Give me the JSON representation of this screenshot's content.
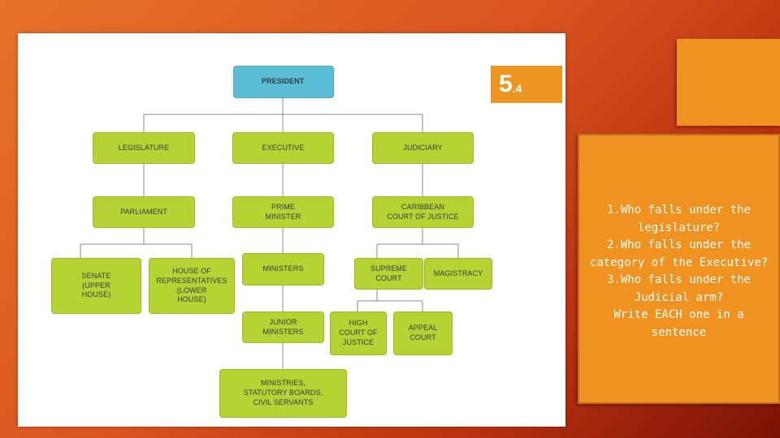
{
  "badge": {
    "number": "5",
    "suffix": ".4"
  },
  "chart": {
    "nodes": [
      {
        "id": "president",
        "label": "PRESIDENT"
      },
      {
        "id": "legislature",
        "label": "LEGISLATURE"
      },
      {
        "id": "executive",
        "label": "EXECUTIVE"
      },
      {
        "id": "judiciary",
        "label": "JUDICIARY"
      },
      {
        "id": "parliament",
        "label": "PARLIAMENT"
      },
      {
        "id": "prime-minister",
        "label": "PRIME\nMINISTER"
      },
      {
        "id": "ccj",
        "label": "CARIBBEAN\nCOURT OF JUSTICE"
      },
      {
        "id": "senate",
        "label": "SENATE\n(UPPER\nHOUSE)"
      },
      {
        "id": "house-of-reps",
        "label": "HOUSE OF\nREPRESENTATIVES\n(LOWER\nHOUSE)"
      },
      {
        "id": "ministers",
        "label": "MINISTERS"
      },
      {
        "id": "supreme-court",
        "label": "SUPREME\nCOURT"
      },
      {
        "id": "magistracy",
        "label": "MAGISTRACY"
      },
      {
        "id": "junior-ministers",
        "label": "JUNIOR\nMINISTERS"
      },
      {
        "id": "high-court",
        "label": "HIGH\nCOURT OF\nJUSTICE"
      },
      {
        "id": "appeal-court",
        "label": "APPEAL\nCOURT"
      },
      {
        "id": "ministries",
        "label": "MINISTRIES,\nSTATUTORY BOARDS,\nCIVIL SERVANTS"
      }
    ]
  },
  "questions": [
    "1.Who falls under the",
    "legislature?",
    "2.Who falls under the",
    "category of the Executive?",
    "3.Who falls under the",
    "Judicial arm?",
    "Write EACH one in a",
    "sentence"
  ]
}
